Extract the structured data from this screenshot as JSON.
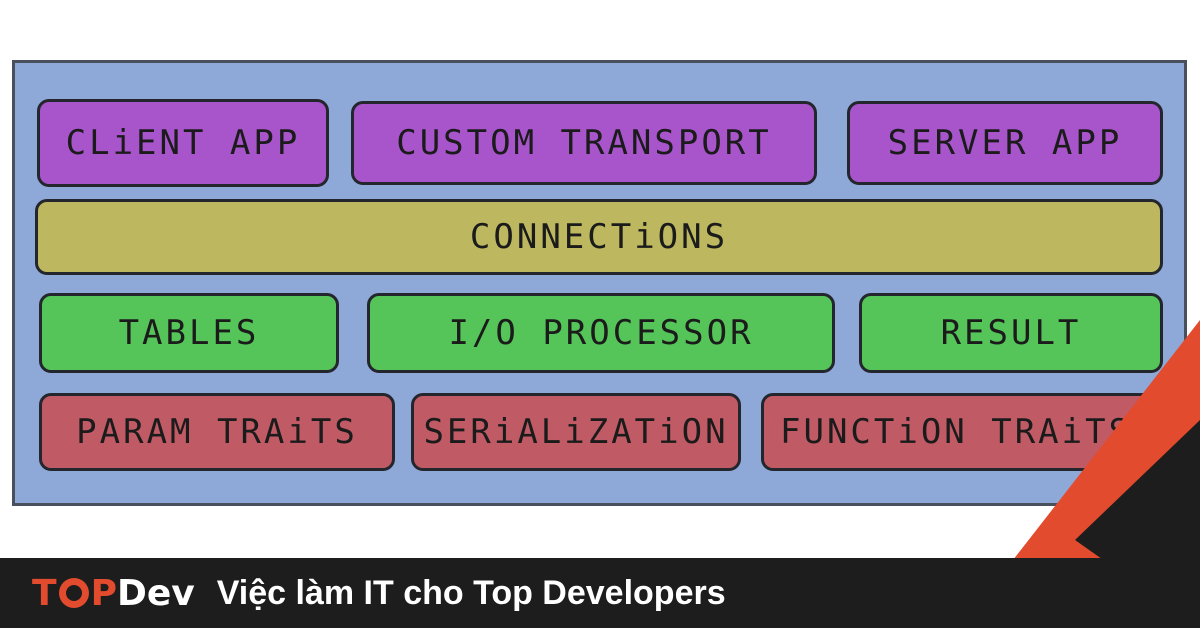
{
  "diagram": {
    "row1": [
      "CLiENT APP",
      "CUSTOM TRANSPORT",
      "SERVER APP"
    ],
    "row2": [
      "CONNECTiONS"
    ],
    "row3": [
      "TABLES",
      "I/O PROCESSOR",
      "RESULT"
    ],
    "row4": [
      "PARAM TRAiTS",
      "SERiALiZATiON",
      "FUNCTiON TRAiTS"
    ]
  },
  "footer": {
    "logo_t": "T",
    "logo_p": "P",
    "logo_dev": "Dev",
    "tagline": "Việc làm IT cho Top Developers"
  },
  "colors": {
    "purple": "#a855cc",
    "olive": "#bdb860",
    "green": "#55c459",
    "red": "#c05b66",
    "accent": "#e24b2d"
  }
}
